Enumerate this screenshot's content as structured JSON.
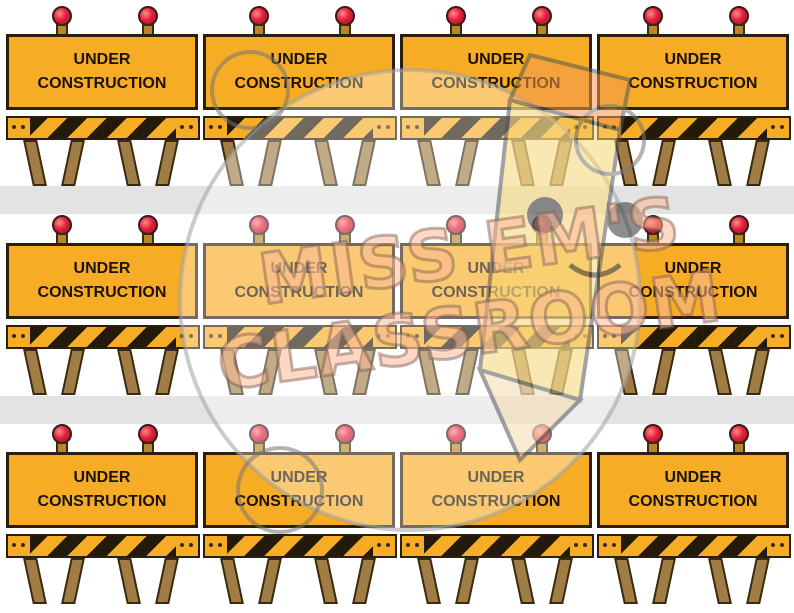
{
  "sign": {
    "line1": "UNDER",
    "line2": "CONSTRUCTION"
  },
  "watermark": {
    "line1": "MISS EM'S",
    "line2": "CLASSROOM"
  },
  "colors": {
    "sign_fill": "#f7ac26",
    "stripe_dark": "#231a0c",
    "lamp_red": "#e0223a",
    "leg_wood": "#a07d45",
    "band_gray": "#e3e3e3"
  },
  "icons": [
    "warning-lamp-icon",
    "pencil-mascot-icon"
  ]
}
